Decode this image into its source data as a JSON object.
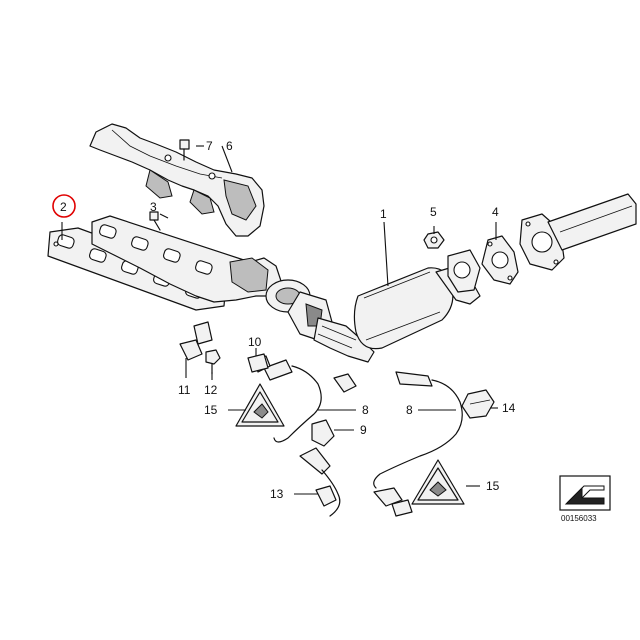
{
  "callouts": {
    "c1": "1",
    "c2": "2",
    "c3": "3",
    "c4": "4",
    "c5": "5",
    "c6": "6",
    "c7": "7",
    "c8a": "8",
    "c8b": "8",
    "c9": "9",
    "c10": "10",
    "c11": "11",
    "c12": "12",
    "c13": "13",
    "c14": "14",
    "c15a": "15",
    "c15b": "15"
  },
  "highlight_color": "#e00000",
  "reference_code": "00156033"
}
